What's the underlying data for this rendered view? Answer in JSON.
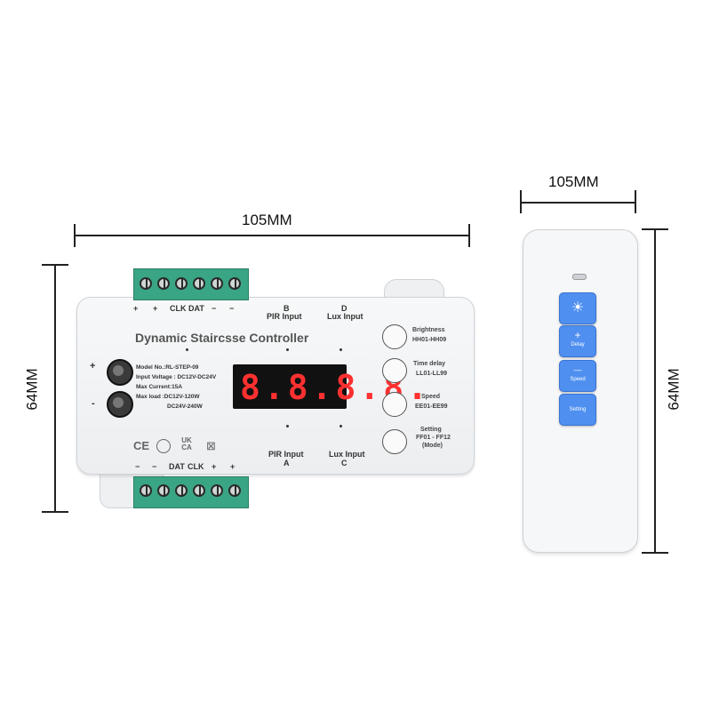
{
  "dimensions": {
    "controller_width": "105MM",
    "controller_height": "64MM",
    "remote_width": "105MM",
    "remote_height": "64MM"
  },
  "controller": {
    "title": "Dynamic Staircsse Controller",
    "top_terminal_labels": [
      "+",
      "+",
      "CLK",
      "DAT",
      "−",
      "−"
    ],
    "bottom_terminal_labels": [
      "−",
      "−",
      "DAT",
      "CLK",
      "+",
      "+"
    ],
    "power_plus": "+",
    "power_minus": "-",
    "pir_b_line1": "B",
    "pir_b_line2": "PIR Input",
    "lux_d_line1": "D",
    "lux_d_line2": "Lux Input",
    "pir_a_line1": "PIR Input",
    "pir_a_line2": "A",
    "lux_c_line1": "Lux Input",
    "lux_c_line2": "C",
    "specs": {
      "model": "Model No.:RL-STEP-09",
      "input_voltage": "Input Voltage : DC12V-DC24V",
      "max_current": "Max Current:15A",
      "max_load_1": "Max  load :DC12V-120W",
      "max_load_2": "DC24V-240W"
    },
    "display_digits": "8.8.8.8.",
    "buttons": [
      {
        "line1": "Brightness",
        "line2": "HH01-HH09",
        "line3": ""
      },
      {
        "line1": "Time delay",
        "line2": "LL01-LL99",
        "line3": ""
      },
      {
        "line1": "Speed",
        "line2": "EE01-EE99",
        "line3": ""
      },
      {
        "line1": "Setting",
        "line2": "FF01 - FF12",
        "line3": "(Mode)"
      }
    ],
    "certs": [
      "CE",
      "UK CA"
    ]
  },
  "remote": {
    "buttons": [
      {
        "symbol": "☀",
        "label": ""
      },
      {
        "symbol": "+",
        "label": "Delay"
      },
      {
        "symbol": "—",
        "label": "Speed"
      },
      {
        "symbol": "",
        "label": "Setting"
      }
    ]
  },
  "colors": {
    "terminal_green": "#3aa585",
    "display_red": "#ff3030",
    "remote_button_blue": "#4f8ff0"
  }
}
